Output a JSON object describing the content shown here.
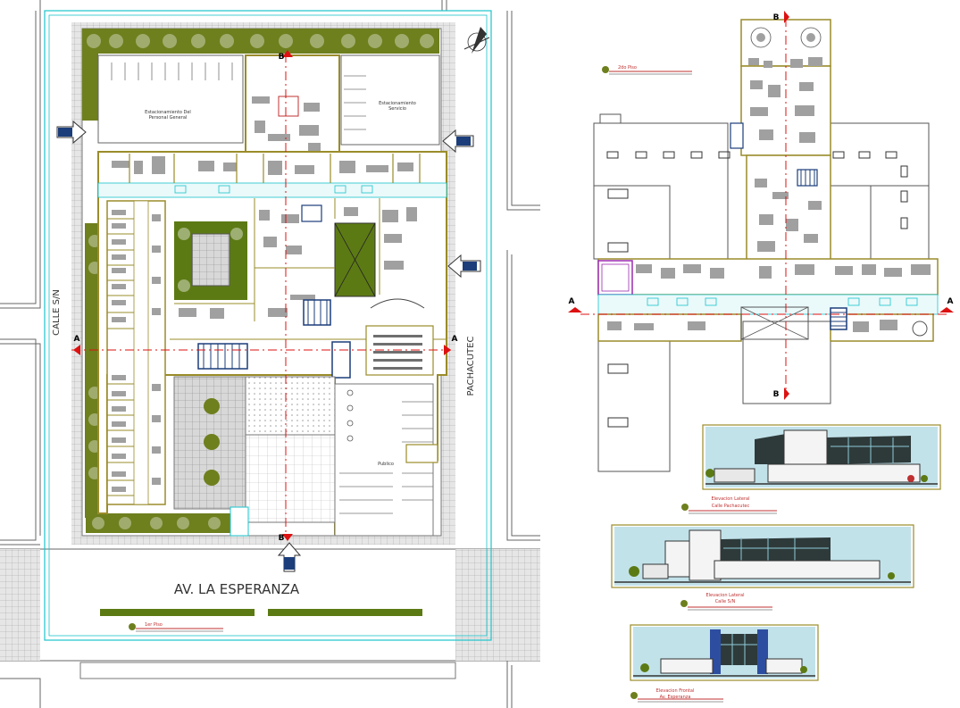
{
  "site_plan": {
    "street_bottom": "AV. LA ESPERANZA",
    "street_left": "CALLE S/N",
    "street_right": "PACHACUTEC",
    "parking_staff": [
      "Estacionamiento Del",
      "Personal General"
    ],
    "parking_service": [
      "Estacionamiento",
      "Servicio"
    ],
    "parking_public": "Publico",
    "floor_caption": "1er Piso",
    "section_a": "A",
    "section_b": "B"
  },
  "upper_floor": {
    "caption": "2do Piso",
    "section_a": "A",
    "section_b": "B"
  },
  "elevations": [
    {
      "title": "Elevacion Lateral",
      "subtitle": "Calle Pachacutec"
    },
    {
      "title": "Elevacion Lateral",
      "subtitle": "Calle S/N"
    },
    {
      "title": "Elevacion Frontal",
      "subtitle": "Av. Esperanza"
    }
  ],
  "colors": {
    "wall": "#9a8c2a",
    "room": "#a0a0a0",
    "cyan": "#19c4cc",
    "section": "#dd1111",
    "tree": "#6e7f1e",
    "lawn": "#5c7a14",
    "sky": "#8fcbd8",
    "glass": "#2e3a3a"
  }
}
